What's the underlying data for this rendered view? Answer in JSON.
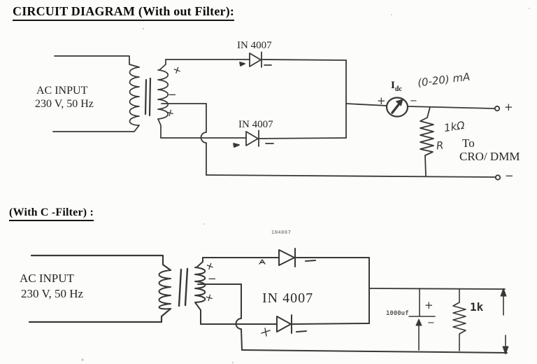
{
  "colors": {
    "ink": "#383838",
    "paper": "#fcfcfa",
    "faint": "#8d8d8d"
  },
  "top_circuit": {
    "title": "CIRCUIT DIAGRAM (With out Filter):",
    "ac_label_line1": "AC INPUT",
    "ac_label_line2": "230 V, 50 Hz",
    "diode_top_label": "IN 4007",
    "diode_bottom_label": "IN 4007",
    "meter_symbol": "I",
    "meter_symbol_sub": "dc",
    "meter_plus": "+",
    "meter_minus": "−",
    "range_note": "(0-20) mA",
    "resistor_value": "1kΩ",
    "resistor_name": "R",
    "load_note_line1": "To",
    "load_note_line2": "CRO/ DMM",
    "terminal_plus": "+",
    "terminal_minus": "−",
    "secondary_plus_top": "+",
    "secondary_minus": "−",
    "secondary_plus_bottom": "+"
  },
  "bottom_circuit": {
    "title": "(With C -Filter) :",
    "ac_label_line1": "AC INPUT",
    "ac_label_line2": "230 V, 50 Hz",
    "diode_small_label": "1N4007",
    "diode_main_label": "IN 4007",
    "cap_value": "1000uf",
    "cap_plus": "+",
    "cap_minus": "−",
    "resistor_value": "1k",
    "secondary_plus_top": "+",
    "secondary_minus": "−",
    "secondary_plus_bottom": "+"
  }
}
